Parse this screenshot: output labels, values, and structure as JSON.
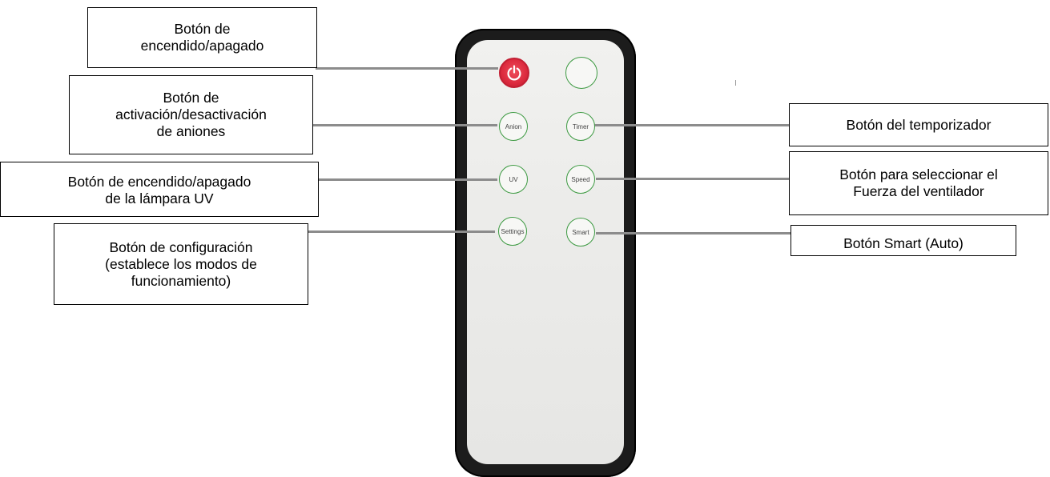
{
  "remote": {
    "buttons": {
      "power": {
        "label": ""
      },
      "unlabeled": {
        "label": ""
      },
      "anion": {
        "label": "Anion"
      },
      "timer": {
        "label": "Timer"
      },
      "uv": {
        "label": "UV"
      },
      "speed": {
        "label": "Speed"
      },
      "settings": {
        "label": "Settings"
      },
      "smart": {
        "label": "Smart"
      }
    },
    "colors": {
      "body": "#1c1c1c",
      "face": "#ececea",
      "button_ring": "#3d9a42",
      "power_button": "#dc2a3e"
    }
  },
  "callouts": {
    "power": "Botón de\nencendido/apagado",
    "anion": "Botón de\nactivación/desactivación\nde aniones",
    "uv": "Botón de encendido/apagado\nde la lámpara UV",
    "settings": "Botón de configuración\n(establece los modos de\nfuncionamiento)",
    "timer": "Botón del temporizador",
    "speed": "Botón para seleccionar el\nFuerza del ventilador",
    "smart": "Botón Smart (Auto)"
  }
}
